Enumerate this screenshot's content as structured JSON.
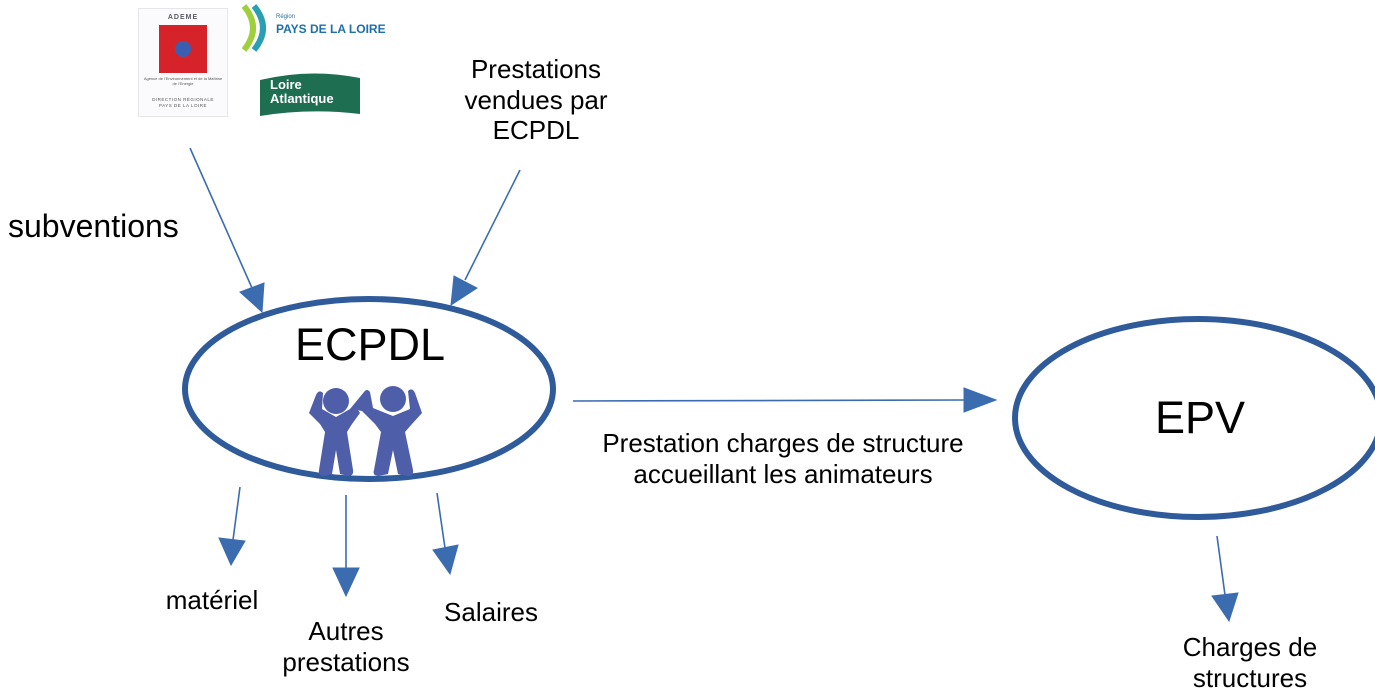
{
  "colors": {
    "arrow": "#3c6cb0",
    "ellipse_stroke": "#2f5b9a",
    "people_fill": "#4f5ea8",
    "ademe_red": "#d6232a",
    "region_teal": "#2a9fb3",
    "region_green": "#9fcf3a",
    "loire_green": "#1e6e52"
  },
  "logos": {
    "ademe": {
      "name": "ADEME",
      "tagline": "Agence de l'Environnement et de la Maîtrise de l'Energie",
      "region": "DIRECTION RÉGIONALE PAYS DE LA LOIRE"
    },
    "region": {
      "small": "Région",
      "name": "PAYS DE LA LOIRE"
    },
    "loire": {
      "line1": "Loire",
      "line2": "Atlantique"
    }
  },
  "nodes": {
    "ecpdl": "ECPDL",
    "epv": "EPV"
  },
  "labels": {
    "subventions": "subventions",
    "prestations_vendues": "Prestations\nvendues par\nECPDL",
    "prestation_charges": "Prestation charges de structure\naccueillant les animateurs",
    "materiel": "matériel",
    "autres_prestations": "Autres\nprestations",
    "salaires": "Salaires",
    "charges_structures": "Charges de\nstructures"
  },
  "icons": {
    "people": "two-people-icon"
  }
}
